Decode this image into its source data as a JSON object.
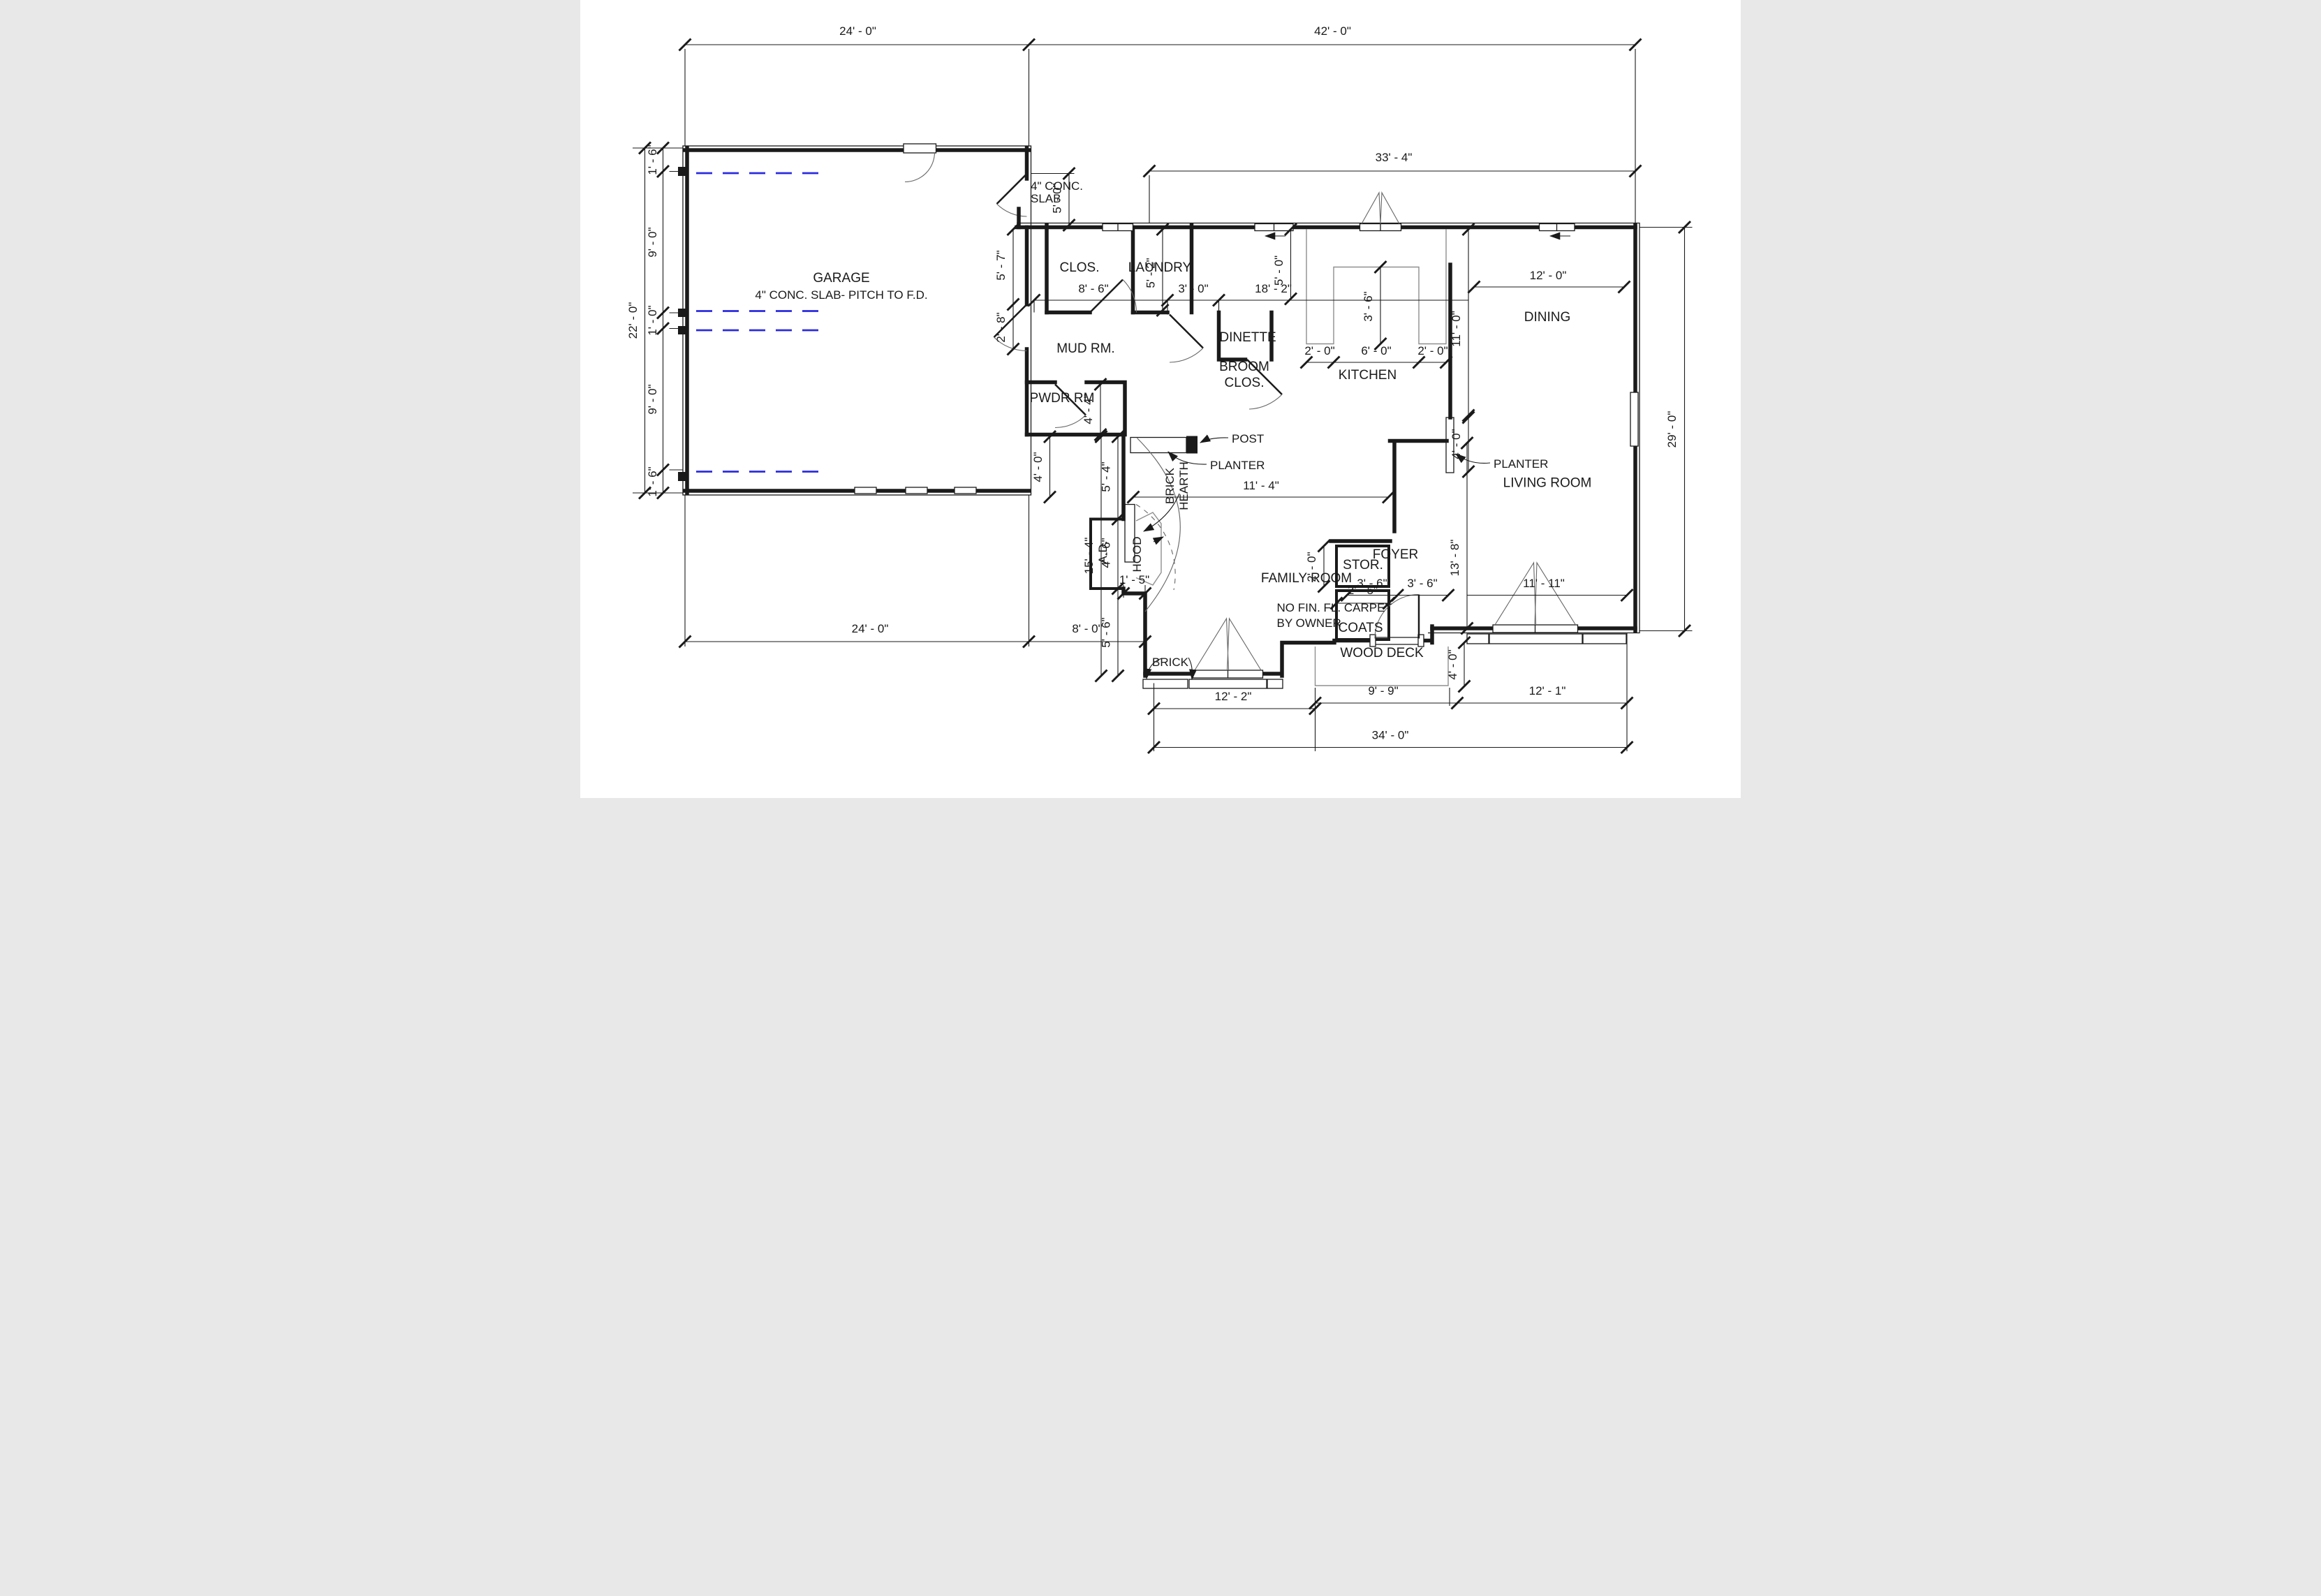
{
  "colors": {
    "line": "#1a1a1a",
    "garage_track_blue": "#2b2be0",
    "casework_gray": "#8f8f8f",
    "paper": "#ffffff"
  },
  "rooms": {
    "garage": "GARAGE",
    "garage_note": "4\" CONC. SLAB- PITCH TO F.D.",
    "clos": "CLOS.",
    "laundry": "LAUNDRY",
    "mud_rm": "MUD RM.",
    "broom_line1": "BROOM",
    "broom_line2": "CLOS.",
    "pwdr": "PWDR RM",
    "dinette": "DINETTE",
    "kitchen": "KITCHEN",
    "dining": "DINING",
    "living": "LIVING ROOM",
    "family": "FAMILY ROOM",
    "family_note1": "NO FIN. FL. CARPET",
    "family_note2": "BY OWNER",
    "foyer": "FOYER",
    "stor": "STOR.",
    "coats": "COATS",
    "wood_deck": "WOOD DECK"
  },
  "annotations": {
    "conc_slab_line1": "4\" CONC.",
    "conc_slab_line2": "SLAB",
    "post": "POST",
    "planter_family": "PLANTER",
    "planter_living": "PLANTER",
    "brick_hearth_line1": "BRICK",
    "brick_hearth_line2": "HEARTH",
    "hood": "HOOD",
    "air_duct": "A.D.",
    "brick": "BRICK"
  },
  "dimensions": {
    "top_garage": "24' - 0\"",
    "top_house": "42' - 0\"",
    "upper_house": "33' - 4\"",
    "left_total": "22' - 0\"",
    "left_seg1": "1' - 6\"",
    "left_seg2": "9' - 0\"",
    "left_seg3": "1' - 0\"",
    "left_seg4": "9' - 0\"",
    "left_seg5": "1' - 6\"",
    "slab_depth": "5' - 0\"",
    "wall_5_7": "5' - 7\"",
    "wall_2_8": "2' - 8\"",
    "clos_width": "8' - 6\"",
    "laundry_door": "3' - 0\"",
    "dinette_width": "18' - 2\"",
    "clos_depth": "5' - 2\"",
    "dinette_depth": "5' - 0\"",
    "counter_left": "2' - 0\"",
    "counter_open": "6' - 0\"",
    "counter_right": "2' - 0\"",
    "island_depth": "3' - 6\"",
    "kitchen_depth": "11' - 0\"",
    "dining_width": "12' - 0\"",
    "pwdr_width": "4' - 4\"",
    "pass_width": "4' - 0\"",
    "family_width": "11' - 4\"",
    "west_total": "15' - 4\"",
    "west_seg1": "5' - 4\"",
    "west_seg2": "4' - 6\"",
    "west_seg3": "5' - 6\"",
    "hearth_jog": "1' - 5\"",
    "stor_depth": "2' - 0\"",
    "coats_depth": "2' - 5\"",
    "foyer_seg1": "3' - 6\"",
    "foyer_seg2": "3' - 6\"",
    "foyer_depth": "13' - 8\"",
    "living_width": "11' - 11\"",
    "planter_len": "4' - 0\"",
    "right_total": "29' - 0\"",
    "deck_depth": "4' - 0\"",
    "bottom_garage": "24' - 0\"",
    "bottom_notch": "8' - 0\"",
    "bottom_family": "12' - 2\"",
    "bottom_deck": "9' - 9\"",
    "bottom_living": "12' - 1\"",
    "bottom_total": "34' - 0\""
  }
}
